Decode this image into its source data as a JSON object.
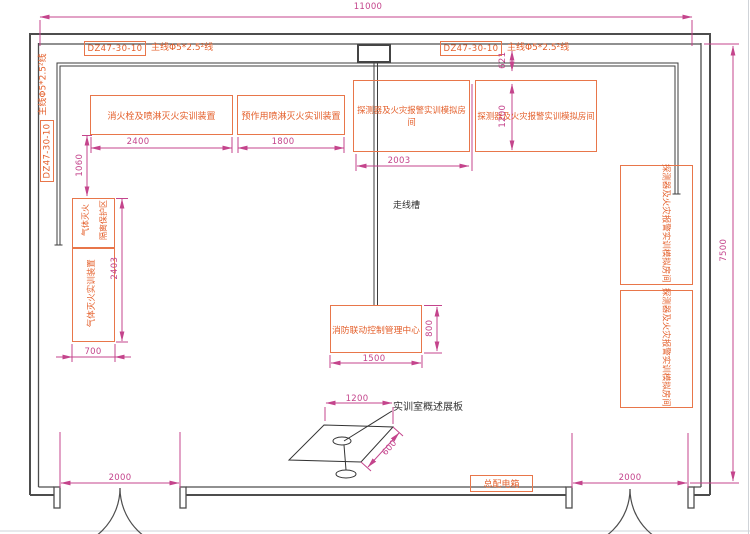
{
  "colors": {
    "equipment_line": "#e8764a",
    "equipment_text": "#e4602c",
    "dimension": "#c4448c",
    "wall": "#4d4d4d"
  },
  "wiring": {
    "breaker_model": "DZ47-30-10",
    "main_line_spec": "主线Φ5*2.5²线"
  },
  "labels": {
    "cable_tray": "走线槽",
    "board_caption": "实训室概述展板"
  },
  "equipment": {
    "hydrant_sprinkler": "消火栓及喷淋灭火实训装置",
    "preaction_sprinkler": "预作用喷淋灭火实训装置",
    "detector_room": "探测器及火灾报警实训模拟房间",
    "gas_zone_col1": "气体灭火",
    "gas_zone_col2": "隔离保护区",
    "gas_device": "气体灭火实训装置",
    "control_center": "消防联动控制管理中心",
    "main_power_box": "总配电箱"
  },
  "dimensions": {
    "overall_width": "11000",
    "overall_depth": "7500",
    "hydrant_width": "2400",
    "preaction_width": "1800",
    "detector_width": "2003",
    "detector_height": "1200",
    "top_gap": "621",
    "gas_offset": "1060",
    "gas_height": "2403",
    "gas_width": "700",
    "control_height": "800",
    "control_width": "1500",
    "board_width": "1200",
    "board_depth": "600",
    "door_left_width": "2000",
    "door_right_width": "2000"
  }
}
